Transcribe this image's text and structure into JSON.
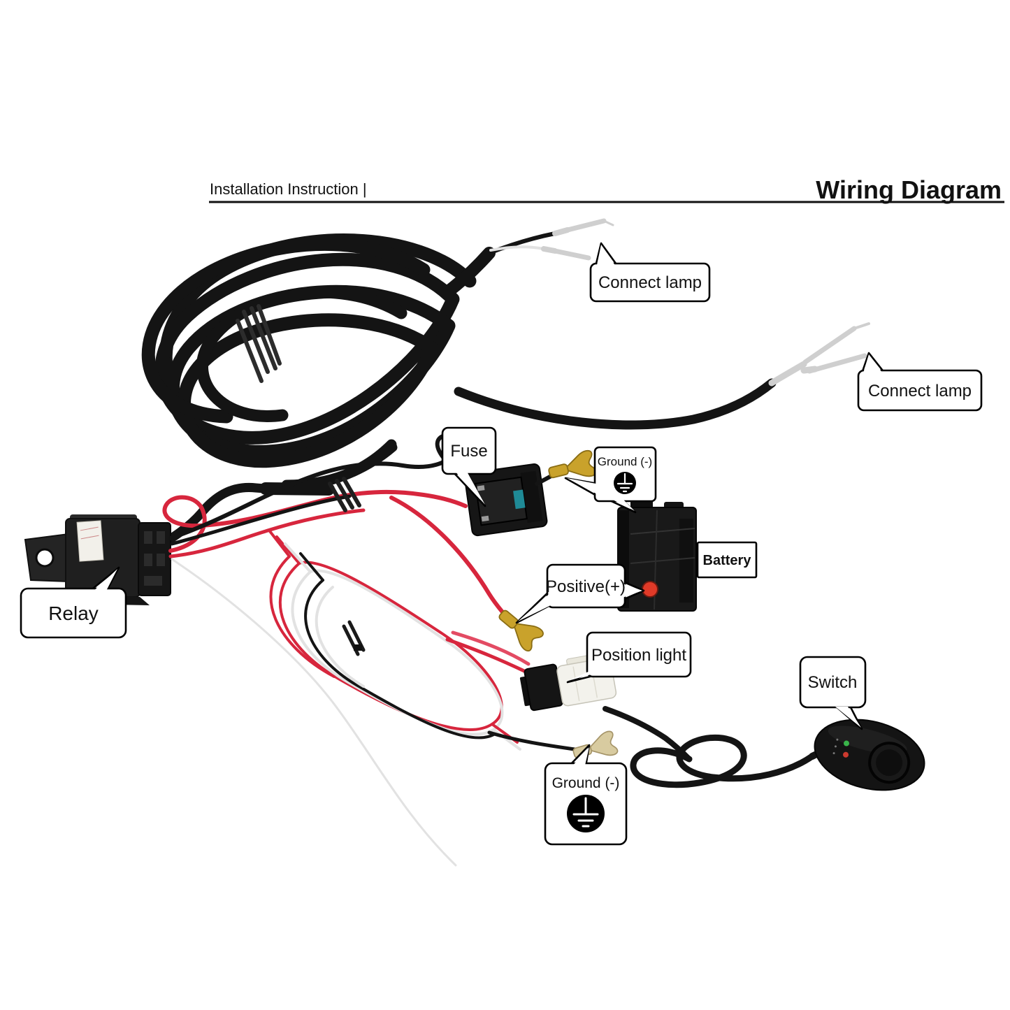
{
  "header": {
    "left_title": "Installation Instruction |",
    "right_title": "Wiring Diagram"
  },
  "labels": {
    "connect_lamp_1": "Connect lamp",
    "connect_lamp_2": "Connect lamp",
    "relay": "Relay",
    "fuse": "Fuse",
    "ground_top": "Ground (-)",
    "battery": "Battery",
    "positive": "Positive(+)",
    "position_light": "Position light",
    "switch": "Switch",
    "ground_bottom": "Ground (-)"
  },
  "icons": {
    "ground_top_symbol": "earth-ground-icon",
    "ground_bottom_symbol": "earth-ground-icon"
  },
  "colors": {
    "background": "#ffffff",
    "text_color": "#111111",
    "callout_border": "#000000",
    "wire_black": "#141414",
    "wire_red": "#d7263d",
    "wire_red_light": "#e34b63",
    "wire_white": "#e2e2e2",
    "terminal_silver": "#cfcfcf",
    "terminal_gold": "#c9a22b",
    "terminal_pale_gold": "#d8cba0",
    "battery_terminal_red": "#e03a28",
    "fuse_teal": "#1f8a96",
    "led_green": "#39b54a",
    "led_red": "#cc3a2f"
  }
}
